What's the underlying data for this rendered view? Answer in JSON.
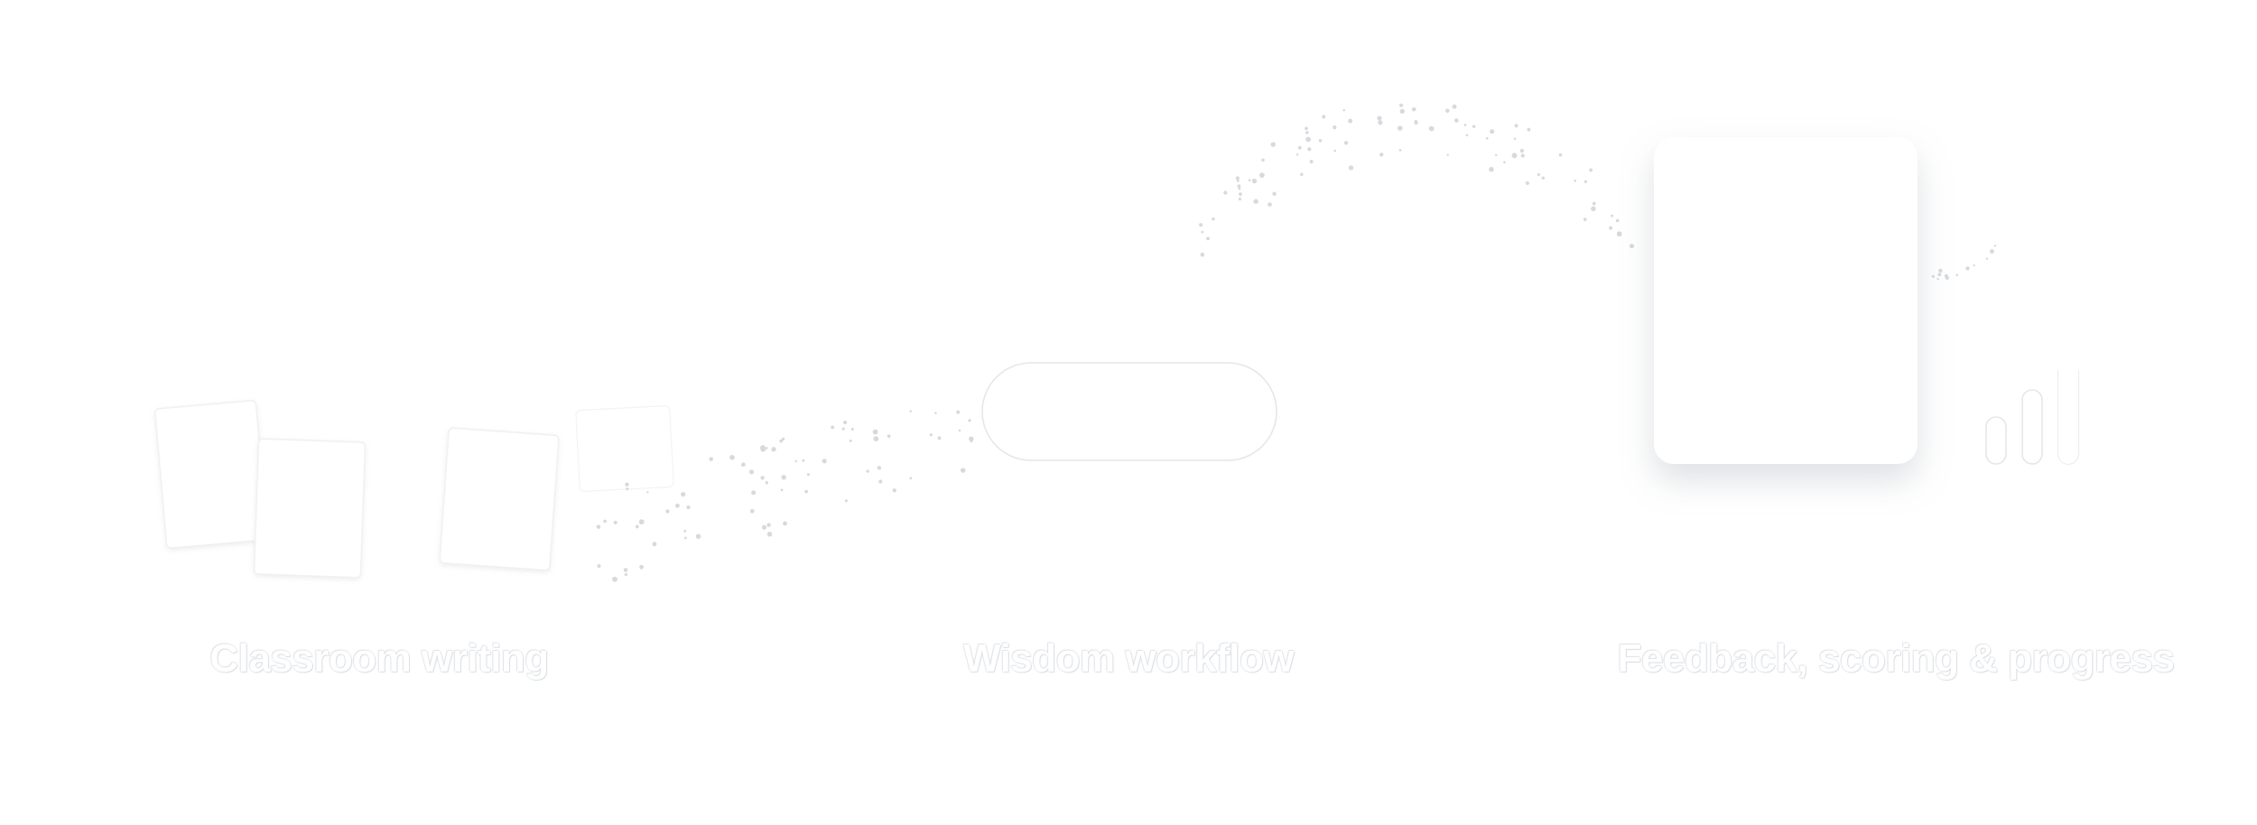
{
  "stages": {
    "classroom": {
      "label": "Classroom writing"
    },
    "wisdom": {
      "label": "Wisdom workflow"
    },
    "feedback": {
      "label": "Feedback, scoring & progress"
    }
  },
  "colors": {
    "background": "#ffffff",
    "card_fill": "#ffffff",
    "outline": "#e4e7eb",
    "shadow": "#9aa1aa",
    "dot": "#d6dade"
  },
  "icons": {
    "paper_sheets": "paper-sheet-icon",
    "workflow_pill": "workflow-pill-icon",
    "report_card": "report-card-icon",
    "progress_bars": "bar-chart-icon"
  }
}
